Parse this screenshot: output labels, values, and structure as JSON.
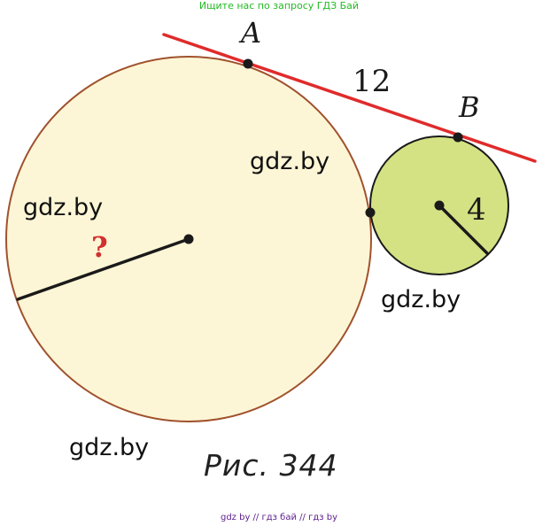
{
  "banner": "Ищите нас по запросу ГДЗ Бай",
  "labels": {
    "point_a": "A",
    "point_b": "B",
    "tangent_length": "12",
    "small_radius": "4",
    "unknown_radius": "?"
  },
  "watermarks": [
    "gdz.by",
    "gdz.by",
    "gdz.by",
    "gdz.by"
  ],
  "caption": "Рис. 344",
  "footer": [
    "gdz by",
    "//",
    "гдз бай",
    "//",
    "гдз by"
  ],
  "colors": {
    "big_circle_fill": "#fdf6d6",
    "big_circle_stroke": "#a0522d",
    "small_circle_fill": "#d4e283",
    "tangent_line": "#e02b2b",
    "radius_line": "#1a1a1a",
    "question_mark": "#d32f2f",
    "banner_text": "#22bb22"
  }
}
